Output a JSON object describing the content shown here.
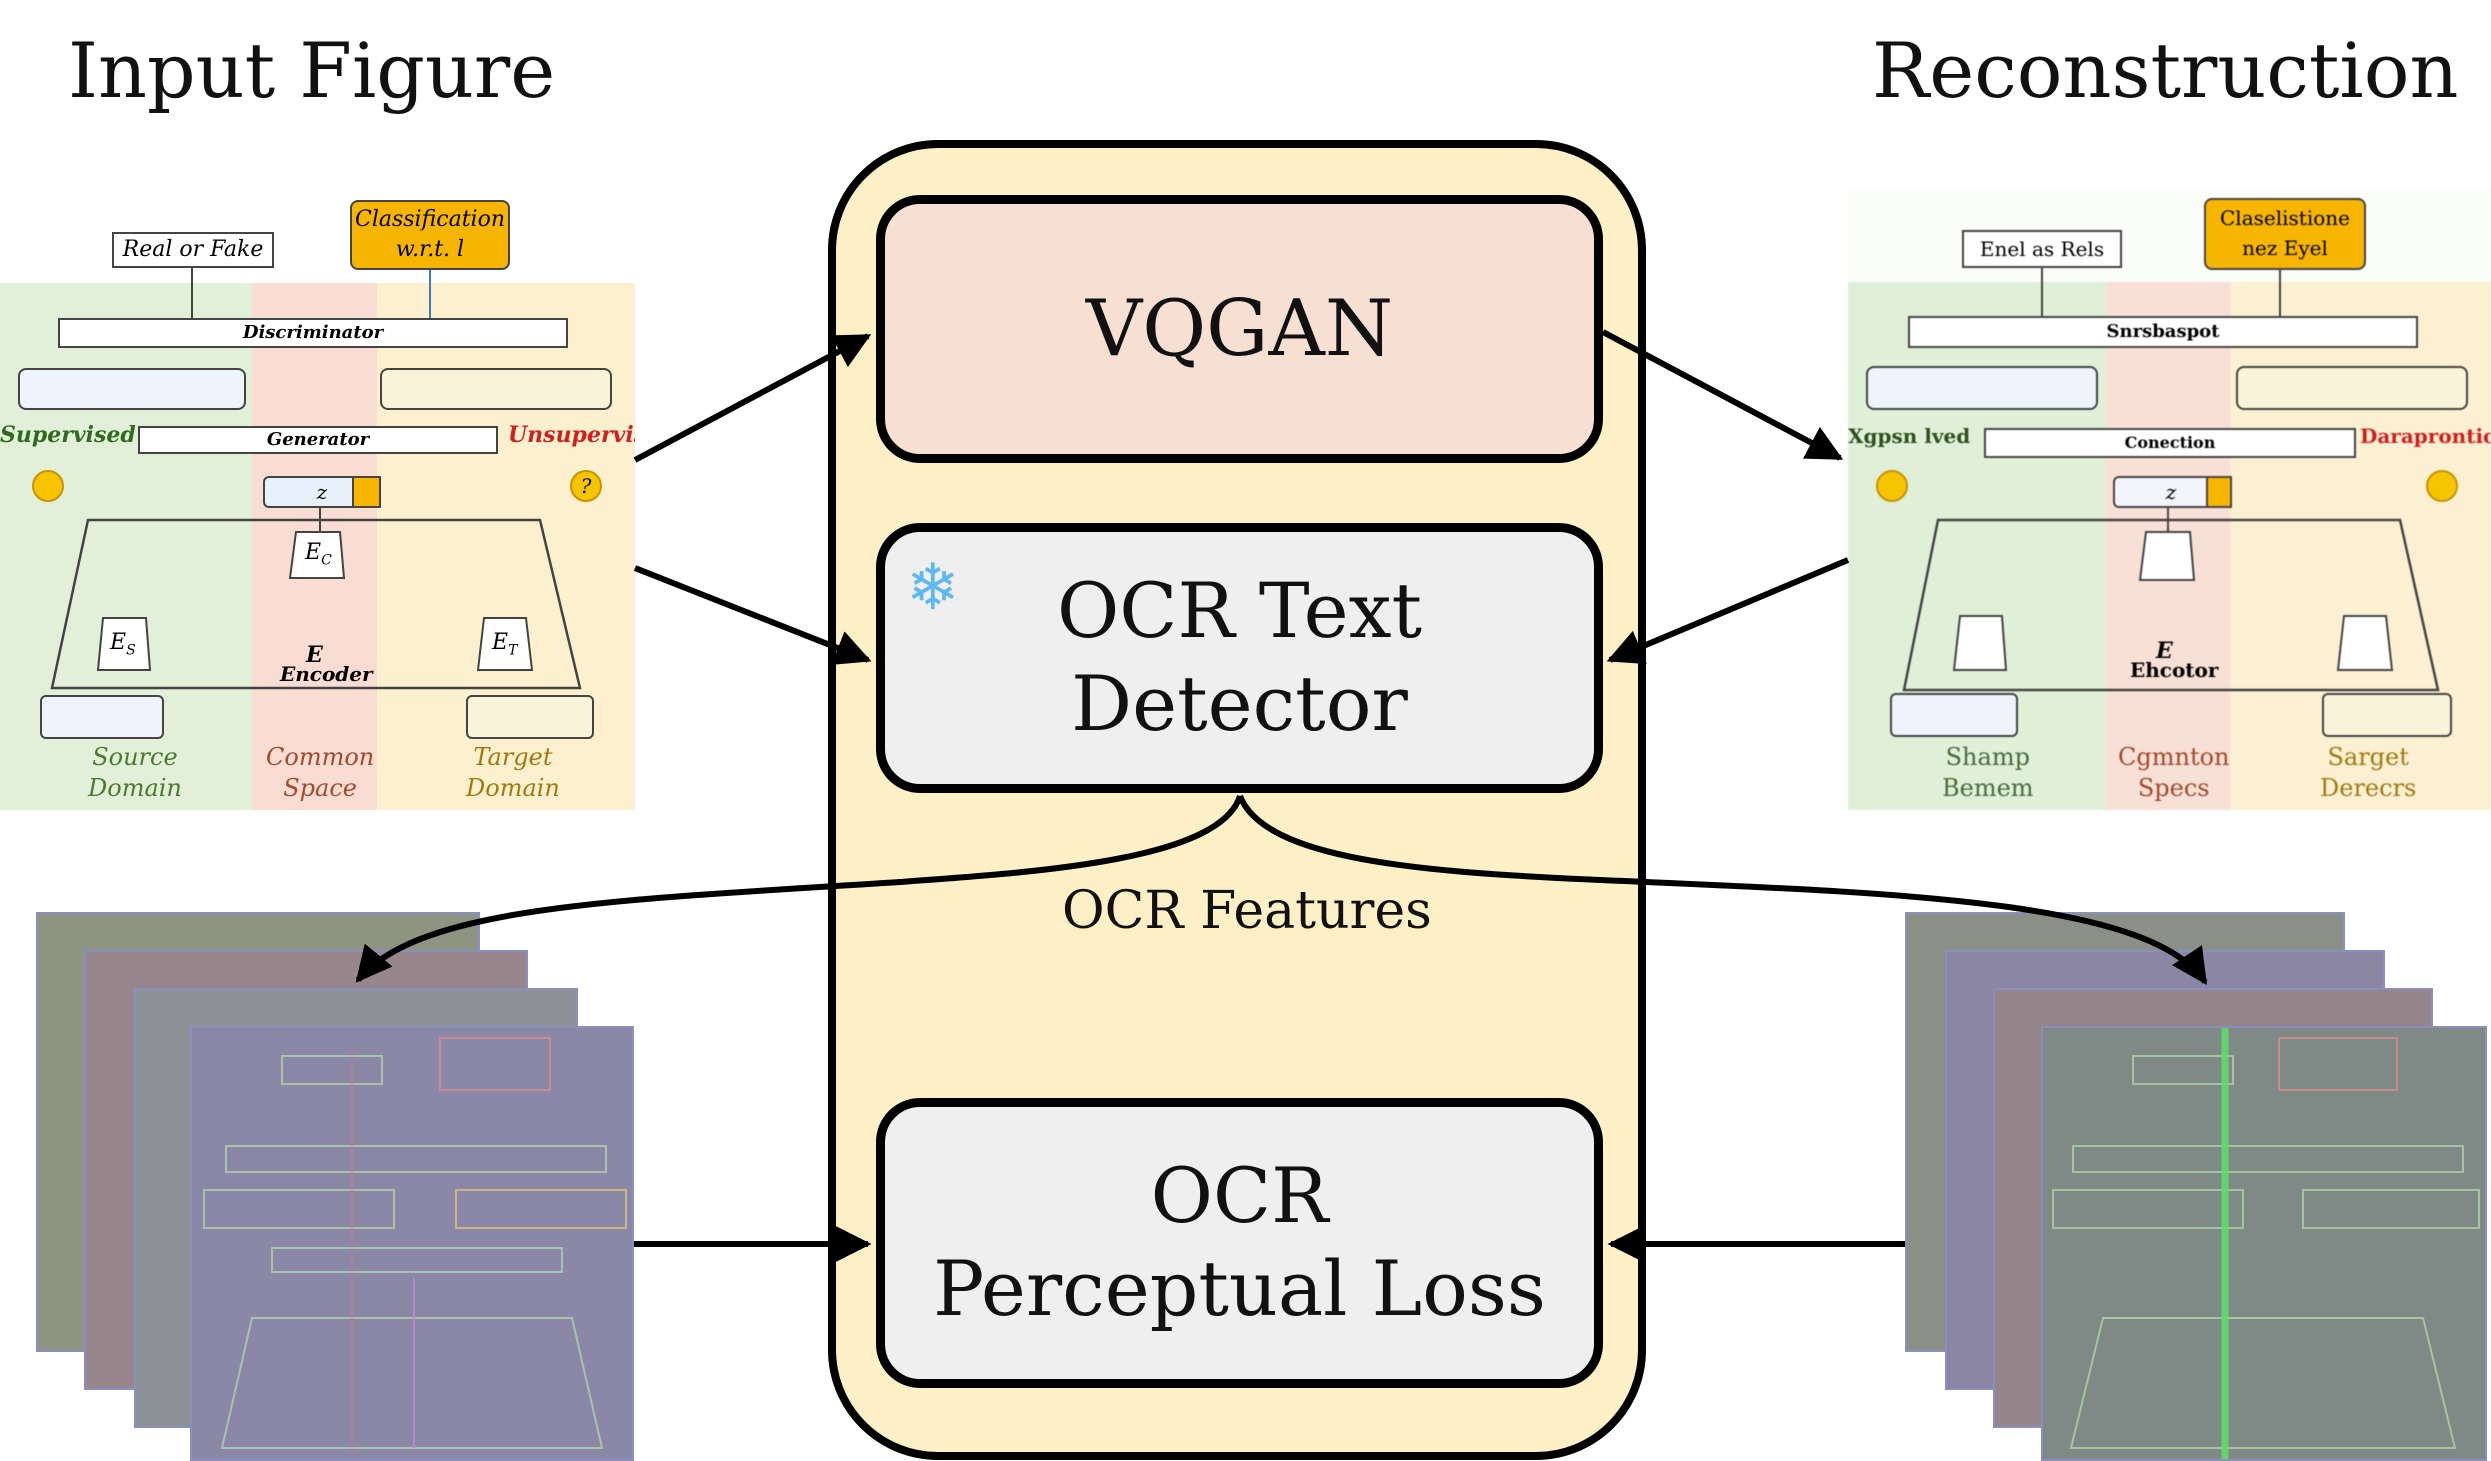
{
  "headings": {
    "input": "Input Figure",
    "reconstruction": "Reconstruction"
  },
  "modules": {
    "vqgan": "VQGAN",
    "ocr_detector": "OCR Text\nDetector",
    "ocr_loss": "OCR\nPerceptual Loss"
  },
  "edge_labels": {
    "ocr_features": "OCR Features"
  },
  "icons": {
    "frozen": "snowflake-icon"
  },
  "input_figure": {
    "real_or_fake": "Real or Fake",
    "classification": "Classification",
    "classification_sub": "w.r.t. l",
    "discriminator": "Discriminator",
    "generator": "Generator",
    "supervised": "Supervised",
    "unsupervised": "Unsupervised",
    "encoder_letter": "E",
    "encoder": "Encoder",
    "source_domain": "Source\nDomain",
    "common_space": "Common\nSpace",
    "target_domain": "Target\nDomain",
    "z": "z",
    "ec": "E",
    "es": "E",
    "et": "E",
    "question": "?"
  },
  "recon_figure": {
    "real_or_fake": "Enel as Rels",
    "classification": "Claselistione",
    "classification_sub": "nez Eyel",
    "discriminator": "Snrsbaspot",
    "generator": "Conection",
    "supervised": "Xgpsn lved",
    "unsupervised": "Daraprontion",
    "encoder_letter": "E",
    "encoder": "Ehcotor",
    "source_domain": "Shamp\nBemem",
    "common_space": "Cgmnton\nSpecs",
    "target_domain": "Sarget\nDerecrs",
    "z": "z"
  },
  "colors": {
    "panel_bg": "#fdefc6",
    "vqgan_bg": "#f7dfd2",
    "detector_bg": "#efefef",
    "snowflake": "#5fb8f0",
    "supervised_band": "#e3f0d9",
    "common_band": "#f9ddd3",
    "target_band": "#fdf0cf",
    "classification_fill": "#f7b500"
  }
}
